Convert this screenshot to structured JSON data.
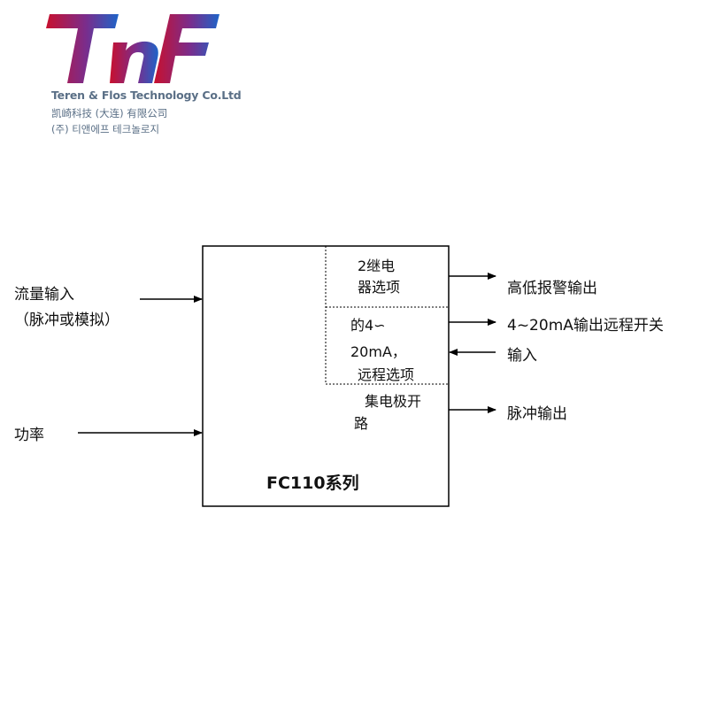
{
  "logo": {
    "mark_text": "TnF",
    "company_en": "Teren & Flos Technology Co.Ltd",
    "company_cn": "凯崎科技 (大连) 有限公司",
    "company_kr": "(주) 티앤에프 테크놀로지"
  },
  "colors": {
    "logo_left": "#c8102e",
    "logo_mid": "#7a2d8c",
    "logo_right": "#1e64c8",
    "company_text": "#5a6f86",
    "line": "#000000"
  },
  "inputs": {
    "flow_line1": "流量输入",
    "flow_line2": "（脉冲或模拟）",
    "power": "功率"
  },
  "modules": {
    "relay_line1": "2继电",
    "relay_line2": "器选项",
    "analog_line1": "的4∽",
    "analog_line2": "20mA，",
    "analog_line3": "远程选项",
    "collector_line1": "集电极开",
    "collector_line2": "路"
  },
  "outputs": {
    "alarm": "高低报警输出",
    "analog_remote": "4~20mA输出远程开关",
    "remote_input": "输入",
    "pulse": "脉冲输出"
  },
  "device": {
    "title": "FC110系列"
  }
}
